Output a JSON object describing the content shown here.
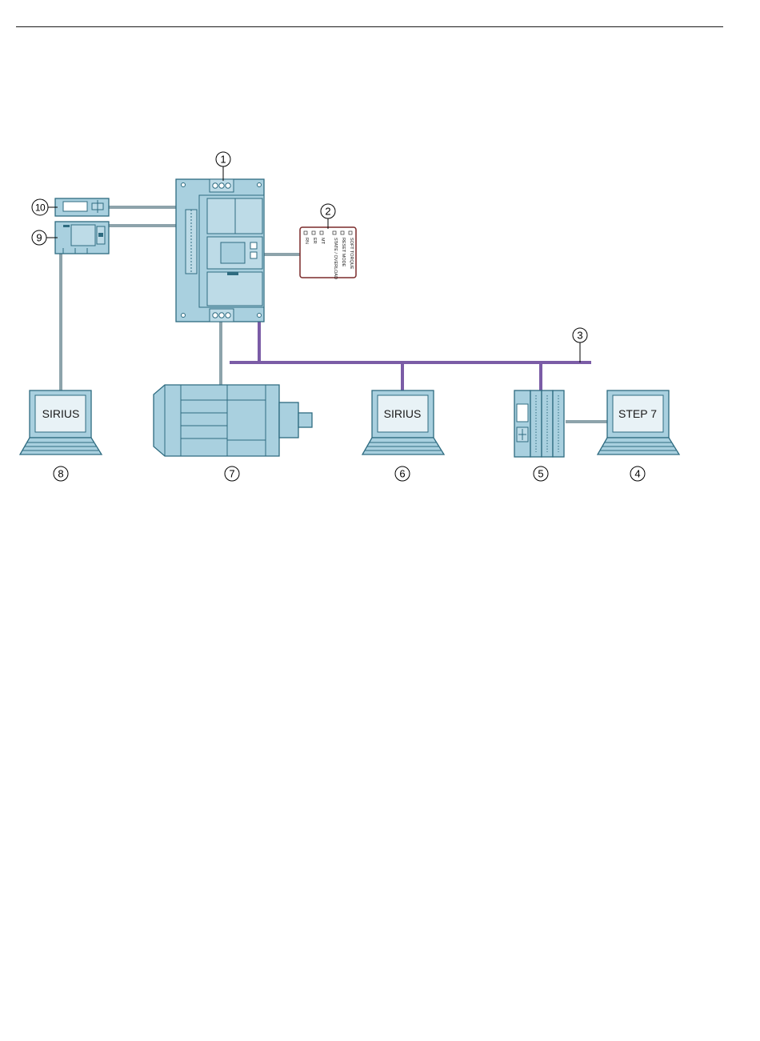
{
  "colors": {
    "device_fill": "#a9d0df",
    "device_stroke": "#2e6b80",
    "grey_cable": "#8da3ab",
    "purple_bus": "#7b5ca6",
    "led_panel_border": "#7a2a2a"
  },
  "callouts": [
    "1",
    "2",
    "3",
    "4",
    "5",
    "6",
    "7",
    "8",
    "9",
    "10"
  ],
  "screens": {
    "laptop_8": "SIRIUS",
    "laptop_6": "SIRIUS",
    "laptop_4": "STEP 7"
  },
  "led_panel": {
    "left_labels": [
      "RN",
      "ER",
      "MT"
    ],
    "right_labels": [
      "STATE / OVERLOAD",
      "RESET MODE",
      "SOFT TORQUE"
    ]
  },
  "icons": {
    "soft_starter": "soft-starter-icon",
    "motor": "motor-icon",
    "plc": "plc-icon",
    "laptop": "laptop-icon",
    "display_module": "display-module-icon",
    "operator_panel": "operator-panel-icon"
  }
}
